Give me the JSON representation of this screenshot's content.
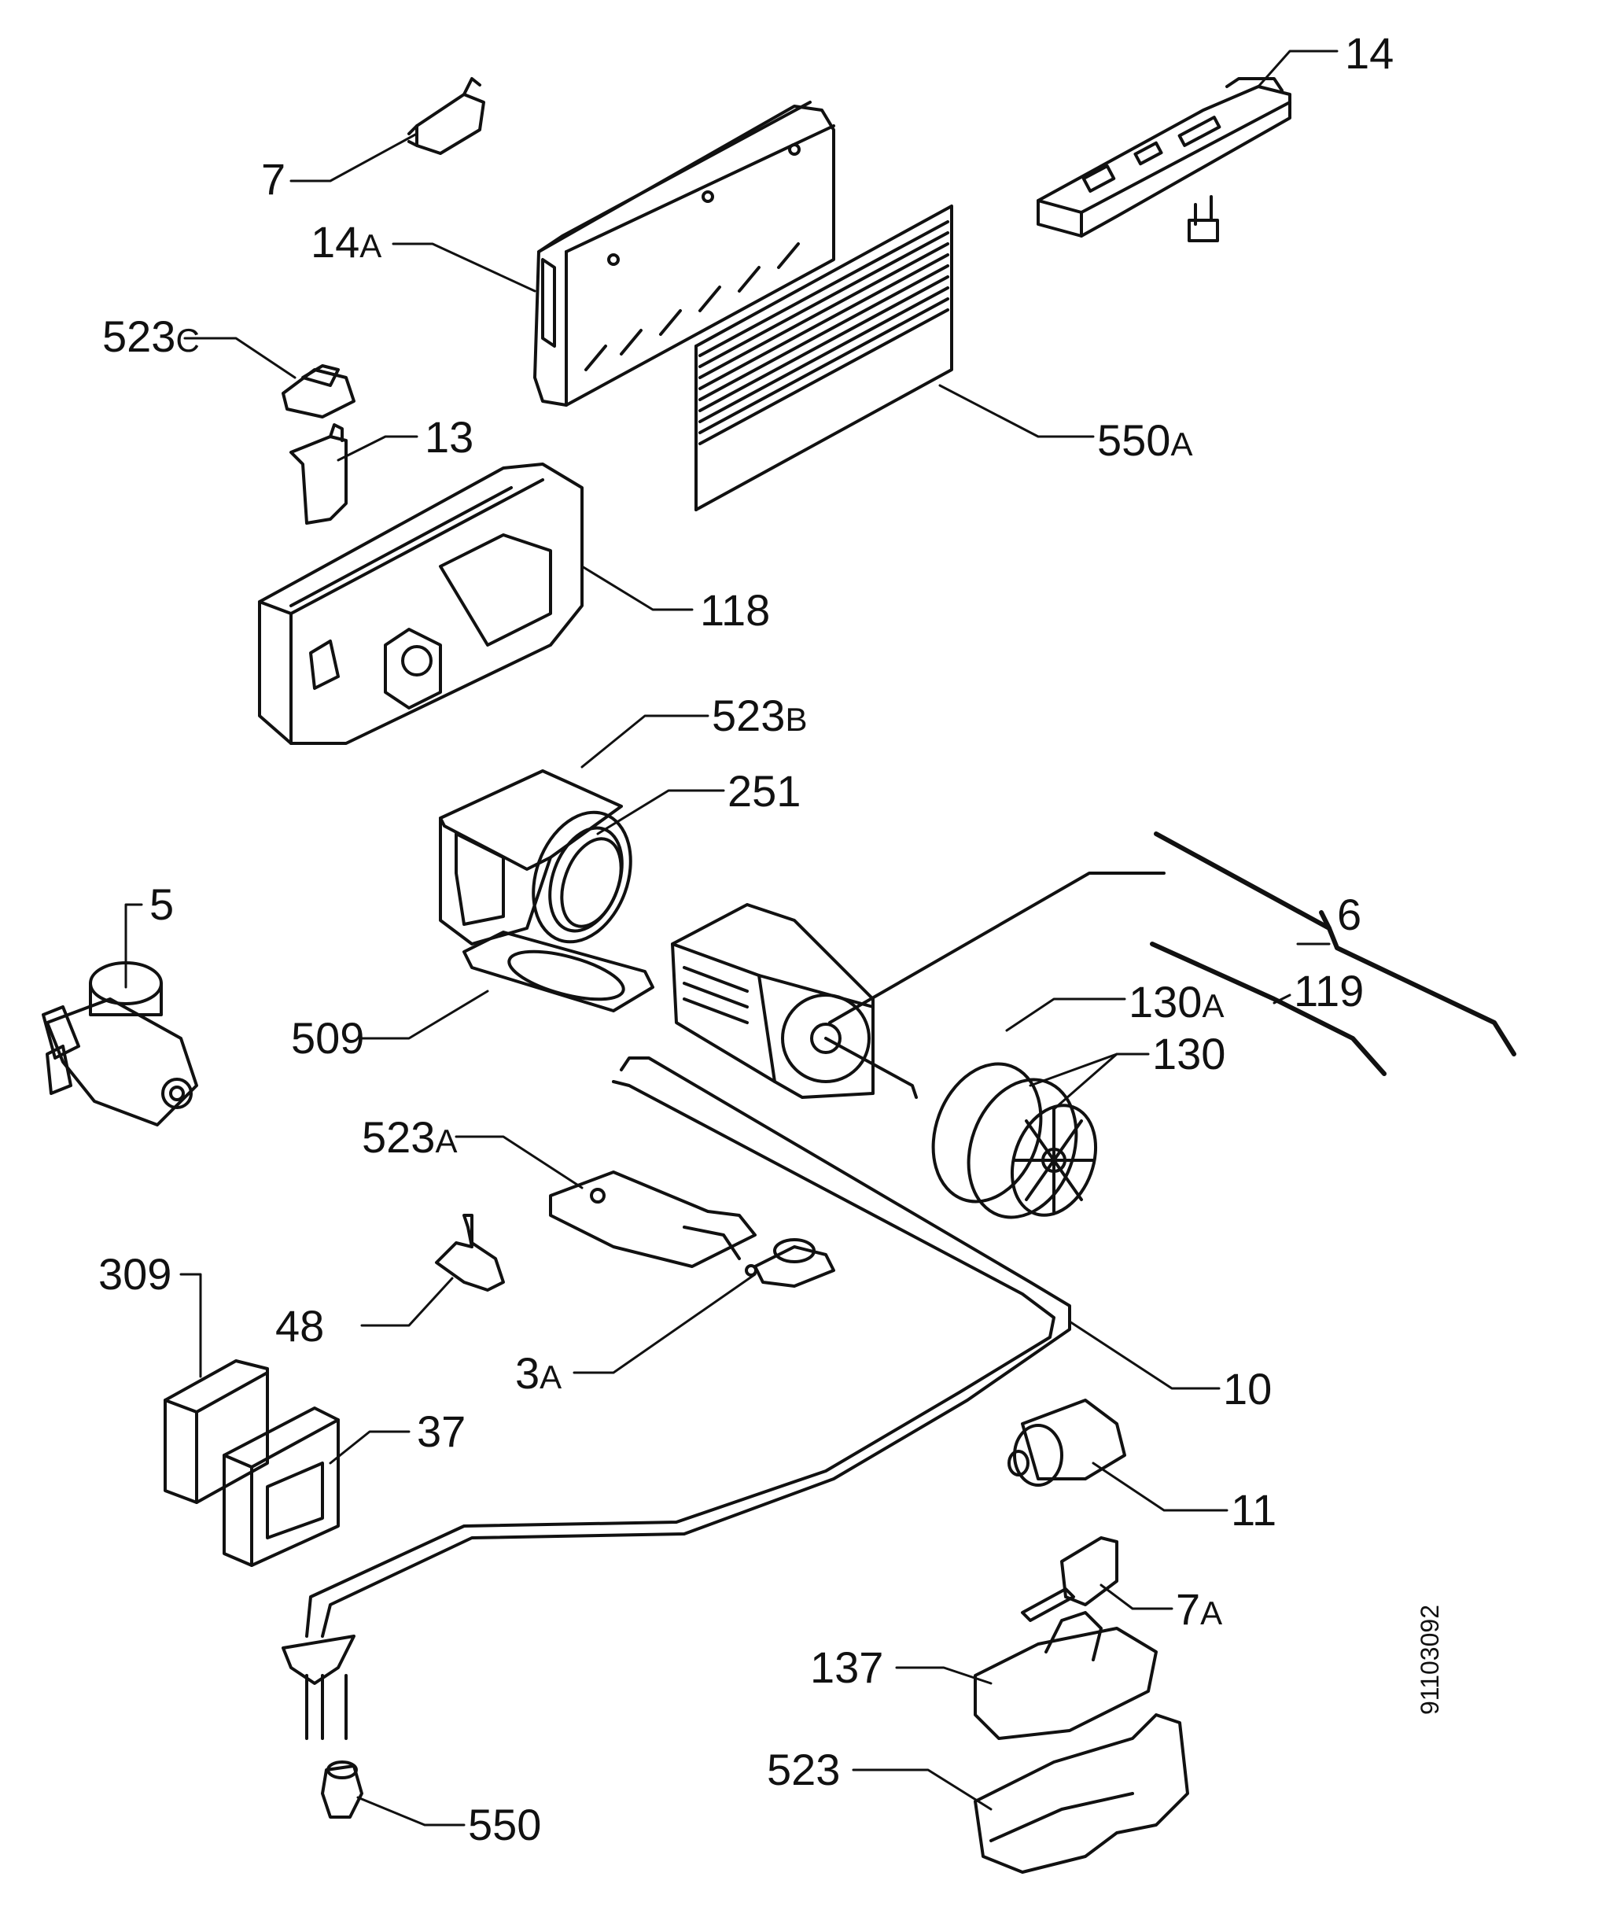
{
  "document_id": "91103092",
  "callouts": [
    {
      "id": "7",
      "num": "7",
      "suffix": ""
    },
    {
      "id": "14a",
      "num": "14",
      "suffix": "A"
    },
    {
      "id": "14",
      "num": "14",
      "suffix": ""
    },
    {
      "id": "523c",
      "num": "523",
      "suffix": "C"
    },
    {
      "id": "13",
      "num": "13",
      "suffix": ""
    },
    {
      "id": "550a",
      "num": "550",
      "suffix": "A"
    },
    {
      "id": "118",
      "num": "118",
      "suffix": ""
    },
    {
      "id": "523b",
      "num": "523",
      "suffix": "B"
    },
    {
      "id": "251",
      "num": "251",
      "suffix": ""
    },
    {
      "id": "5",
      "num": "5",
      "suffix": ""
    },
    {
      "id": "6",
      "num": "6",
      "suffix": ""
    },
    {
      "id": "119",
      "num": "119",
      "suffix": ""
    },
    {
      "id": "130a",
      "num": "130",
      "suffix": "A"
    },
    {
      "id": "130",
      "num": "130",
      "suffix": ""
    },
    {
      "id": "509",
      "num": "509",
      "suffix": ""
    },
    {
      "id": "523a",
      "num": "523",
      "suffix": "A"
    },
    {
      "id": "309",
      "num": "309",
      "suffix": ""
    },
    {
      "id": "48",
      "num": "48",
      "suffix": ""
    },
    {
      "id": "3a",
      "num": "3",
      "suffix": "A"
    },
    {
      "id": "10",
      "num": "10",
      "suffix": ""
    },
    {
      "id": "37",
      "num": "37",
      "suffix": ""
    },
    {
      "id": "11",
      "num": "11",
      "suffix": ""
    },
    {
      "id": "7a",
      "num": "7",
      "suffix": "A"
    },
    {
      "id": "137",
      "num": "137",
      "suffix": ""
    },
    {
      "id": "523",
      "num": "523",
      "suffix": ""
    },
    {
      "id": "550",
      "num": "550",
      "suffix": ""
    }
  ]
}
